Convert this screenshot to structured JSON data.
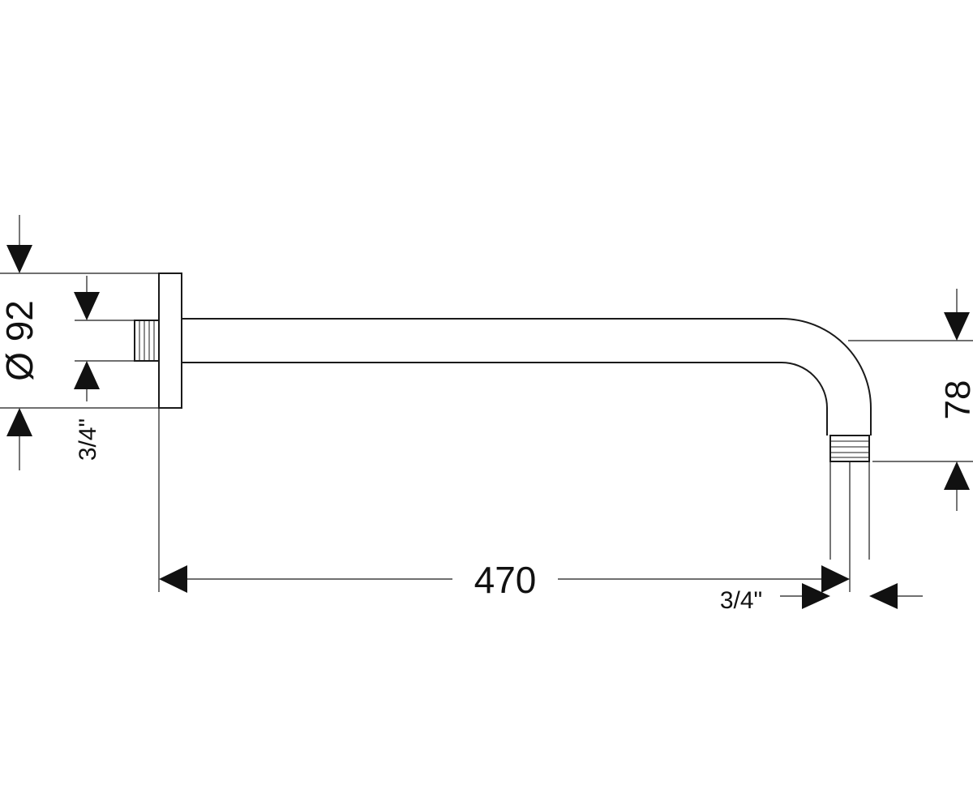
{
  "dimensions": {
    "length": "470",
    "flange_diameter": "Ø 92",
    "drop_height": "78",
    "inlet_thread": "3/4\"",
    "outlet_thread": "3/4\""
  },
  "colors": {
    "line": "#1a1a1a",
    "background": "#ffffff"
  }
}
